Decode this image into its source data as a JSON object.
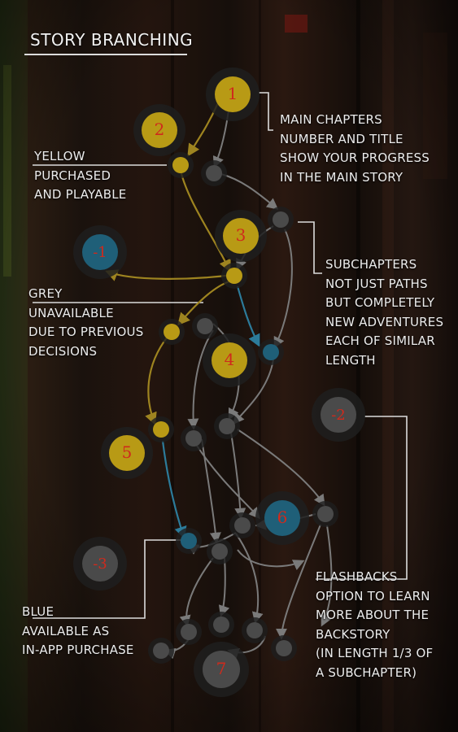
{
  "title": "STORY BRANCHING",
  "legend": {
    "yellow": {
      "heading": "YELLOW",
      "lines": [
        "PURCHASED",
        "AND PLAYABLE"
      ],
      "color": "#b89a15"
    },
    "grey": {
      "heading": "GREY",
      "lines": [
        "UNAVAILABLE",
        "DUE TO PREVIOUS",
        "DECISIONS"
      ],
      "color": "#4a4a4a"
    },
    "blue": {
      "heading": "BLUE",
      "lines": [
        "AVAILABLE AS",
        "IN-APP PURCHASE"
      ],
      "color": "#1f5f78"
    }
  },
  "callouts": {
    "main_chapters": {
      "heading": "MAIN CHAPTERS",
      "lines": [
        "NUMBER AND TITLE",
        "SHOW YOUR PROGRESS",
        "IN THE MAIN STORY"
      ]
    },
    "subchapters": {
      "heading": "SUBCHAPTERS",
      "lines": [
        "NOT JUST PATHS",
        "BUT COMPLETELY",
        "NEW ADVENTURES",
        "EACH OF SIMILAR",
        "LENGTH"
      ]
    },
    "flashbacks": {
      "heading": "FLASHBACKS",
      "lines": [
        "OPTION TO LEARN",
        "MORE ABOUT THE",
        "BACKSTORY",
        "(IN LENGTH 1/3 OF",
        "A SUBCHAPTER)"
      ]
    }
  },
  "chapter_numbers": [
    "1",
    "2",
    "3",
    "4",
    "5",
    "6",
    "7",
    "-1",
    "-2",
    "-3"
  ],
  "colors": {
    "accent_red": "#cf2a1c",
    "text": "#ececec",
    "yellow_arrow": "#9e8420",
    "grey_arrow": "#7a7a7a",
    "blue_arrow": "#2c7b9a"
  }
}
